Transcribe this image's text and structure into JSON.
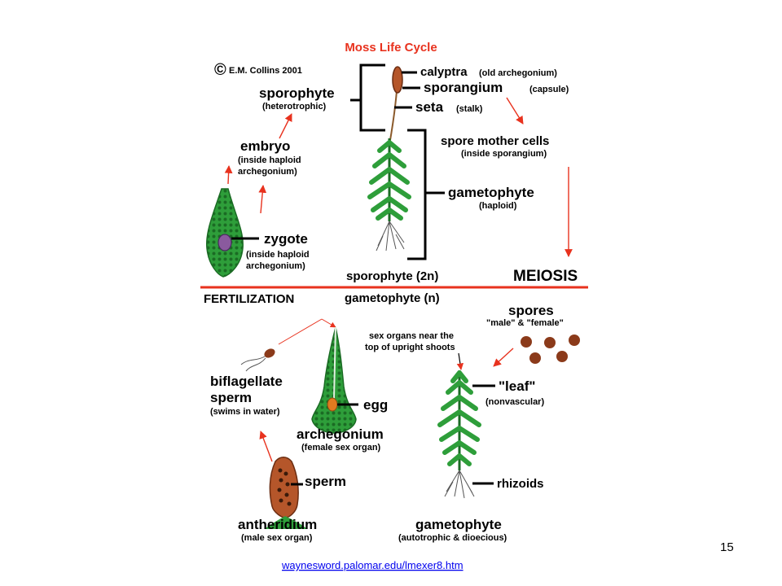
{
  "title": "Moss Life Cycle",
  "copyright": "E.M. Collins 2001",
  "copyright_symbol": "©",
  "labels": {
    "sporophyte": "sporophyte",
    "heterotrophic": "(heterotrophic)",
    "calyptra": "calyptra",
    "calyptra_note": "(old archegonium)",
    "sporangium": "sporangium",
    "sporangium_note": "(capsule)",
    "seta": "seta",
    "seta_note": "(stalk)",
    "spore_mother_cells": "spore mother cells",
    "spore_mother_cells_note": "(inside sporangium)",
    "embryo": "embryo",
    "embryo_note_1": "(inside haploid",
    "embryo_note_2": "archegonium)",
    "gametophyte_haploid": "gametophyte",
    "haploid": "(haploid)",
    "zygote": "zygote",
    "zygote_note_1": "(inside haploid",
    "zygote_note_2": "archegonium)",
    "sporophyte_2n": "sporophyte (2n)",
    "gametophyte_n": "gametophyte (n)",
    "meiosis": "MEIOSIS",
    "fertilization": "FERTILIZATION",
    "spores": "spores",
    "spores_note": "\"male\" & \"female\"",
    "sex_organs_1": "sex organs near the",
    "sex_organs_2": "top of upright shoots",
    "biflagellate": "biflagellate",
    "sperm_word": "sperm",
    "swims_in_water": "(swims in water)",
    "egg": "egg",
    "leaf": "\"leaf\"",
    "nonvascular": "(nonvascular)",
    "archegonium": "archegonium",
    "female_sex_organ": "(female sex organ)",
    "sperm": "sperm",
    "rhizoids": "rhizoids",
    "antheridium": "antheridium",
    "male_sex_organ": "(male sex organ)",
    "gametophyte_bottom": "gametophyte",
    "autotrophic": "(autotrophic & dioecious)"
  },
  "source_link": "waynesword.palomar.edu/lmexer8.htm",
  "page_number": "15",
  "colors": {
    "arrow_red": "#e8321e",
    "leaf_green": "#2e9e3a",
    "leaf_dark": "#1b6b24",
    "capsule_brown": "#b5562a",
    "spore_brown": "#8b3a1a",
    "zygote_purple": "#8a5a9e",
    "egg_orange": "#e07a20"
  }
}
